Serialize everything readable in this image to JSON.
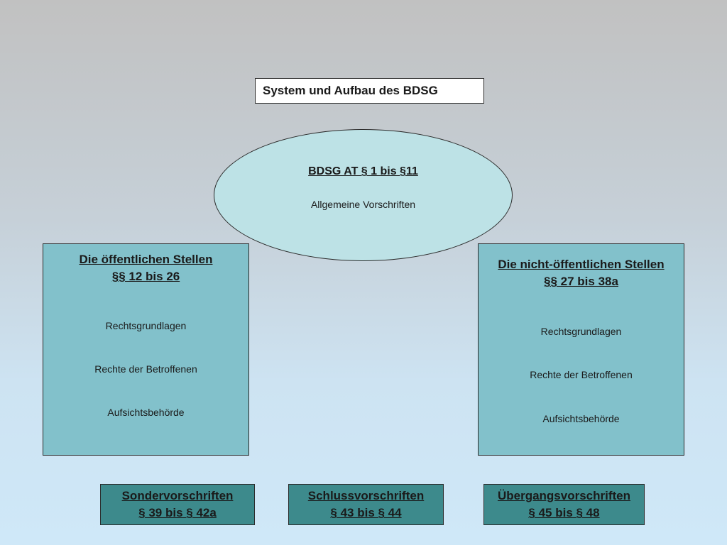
{
  "title": "System und Aufbau des BDSG",
  "general": {
    "heading": "BDSG AT § 1 bis §11",
    "sub": "Allgemeine Vorschriften"
  },
  "public": {
    "heading_line1": "Die öffentlichen Stellen",
    "heading_line2": "§§ 12 bis 26",
    "items": [
      "Rechtsgrundlagen",
      "Rechte der Betroffenen",
      "Aufsichtsbehörde"
    ]
  },
  "nonpublic": {
    "heading_line1": "Die nicht-öffentlichen Stellen",
    "heading_line2": "§§ 27 bis 38a",
    "items": [
      "Rechtsgrundlagen",
      "Rechte der Betroffenen",
      "Aufsichtsbehörde"
    ]
  },
  "footer": [
    {
      "line1": "Sondervorschriften",
      "line2": "§ 39 bis § 42a"
    },
    {
      "line1": "Schlussvorschriften",
      "line2": "§ 43 bis § 44"
    },
    {
      "line1": "Übergangsvorschriften",
      "line2": "§ 45 bis § 48"
    }
  ]
}
